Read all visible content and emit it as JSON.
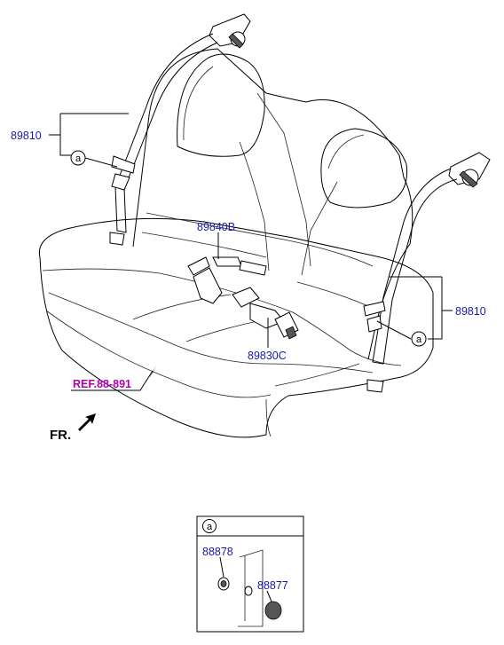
{
  "labels": {
    "belt_left": "89810",
    "belt_right": "89810",
    "buckle_center_b": "89840B",
    "buckle_center_c": "89830C",
    "ref": "REF.88-891",
    "front": "FR.",
    "callout_left": "a",
    "callout_right": "a"
  },
  "detail": {
    "callout": "a",
    "part_1": "88878",
    "part_2": "88877"
  },
  "colors": {
    "label_blue": "#1a1aa8",
    "ref_magenta": "#b000b0"
  }
}
